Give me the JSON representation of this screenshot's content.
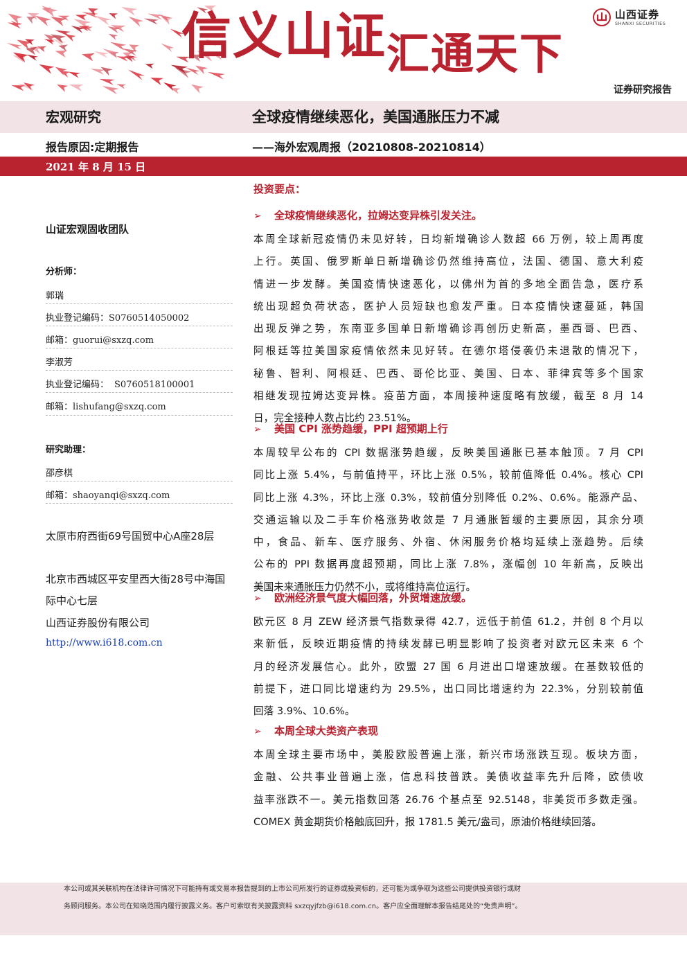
{
  "banner": {
    "slogan_part1": "信义山证",
    "slogan_part2": "汇通天下",
    "brand_name_cn": "山西证券",
    "brand_name_en": "SHANXI SECURITIES",
    "report_type": "证券研究报告",
    "accent_color": "#b8232f"
  },
  "header": {
    "section": "宏观研究",
    "title": "全球疫情继续恶化，美国通胀压力不减",
    "report_reason_label": "报告原因:定期报告",
    "subtitle": "——海外宏观周报（20210808-20210814）",
    "date": "2021 年 8 月 15 日"
  },
  "sidebar": {
    "team": "山证宏观固收团队",
    "analyst_label": "分析师：",
    "analysts": [
      {
        "name": "郭瑞",
        "reg_label": "执业登记编码：",
        "reg_no": "S0760514050002",
        "email_label": "邮箱：",
        "email": "guorui@sxzq.com"
      },
      {
        "name": "李淑芳",
        "reg_label": "执业登记编码：",
        "reg_no": "S0760518100001",
        "email_label": "邮箱：",
        "email": "lishufang@sxzq.com"
      }
    ],
    "assistant_label": "研究助理：",
    "assistant": {
      "name": "邵彦棋",
      "email_label": "邮箱：",
      "email": "shaoyanqi@sxzq.com"
    },
    "address_1": "太原市府西街69号国贸中心A座28层",
    "address_2": "北京市西城区平安里西大街28号中海国际中心七层",
    "company": "山西证券股份有限公司",
    "website": "http://www.i618.com.cn"
  },
  "main": {
    "key_points_title": "投资要点：",
    "sections": [
      {
        "heading": "全球疫情继续恶化，拉姆达变异株引发关注。",
        "lines": [
          "本周全球新冠疫情仍未见好转，日均新增确诊人数超 66 万例，较上周再度",
          "上行。英国、俄罗斯单日新增确诊仍然维持高位，法国、德国、意大利疫",
          "情进一步发酵。美国疫情快速恶化，以佛州为首的多地全面告急，医疗系",
          "统出现超负荷状态，医护人员短缺也愈发严重。日本疫情快速蔓延，韩国",
          "出现反弹之势，东南亚多国单日新增确诊再创历史新高，墨西哥、巴西、",
          "阿根廷等拉美国家疫情依然未见好转。在德尔塔侵袭仍未退散的情况下，",
          "秘鲁、智利、阿根廷、巴西、哥伦比亚、美国、日本、菲律宾等多个国家",
          "相继发现拉姆达变异株。疫苗方面，本周接种速度略有放缓，截至 8 月 14",
          "日，完全接种人数占比约 23.51%。"
        ]
      },
      {
        "heading": "美国 CPI 涨势趋缓，PPI 超预期上行",
        "lines": [
          "本周较早公布的 CPI 数据涨势趋缓，反映美国通胀已基本触顶。7 月 CPI",
          "同比上涨 5.4%，与前值持平，环比上涨 0.5%，较前值降低 0.4%。核心 CPI",
          "同比上涨 4.3%，环比上涨 0.3%，较前值分别降低 0.2%、0.6%。能源产品、",
          "交通运输以及二手车价格涨势收敛是 7 月通胀暂缓的主要原因，其余分项",
          "中，食品、新车、医疗服务、外宿、休闲服务价格均延续上涨趋势。后续",
          "公布的 PPI 数据再度超预期，同比上涨 7.8%，涨幅创 10 年新高，反映出",
          "美国未来通胀压力仍然不小，或将维持高位运行。"
        ]
      },
      {
        "heading": "欧洲经济景气度大幅回落，外贸增速放缓。",
        "lines": [
          "欧元区 8 月 ZEW 经济景气指数录得 42.7，远低于前值 61.2，并创 8 个月以",
          "来新低，反映近期疫情的持续发酵已明显影响了投资者对欧元区未来 6 个",
          "月的经济发展信心。此外，欧盟 27 国 6 月进出口增速放缓。在基数较低的",
          "前提下，进口同比增速约为 29.5%，出口同比增速约为 22.3%，分别较前值",
          "回落 3.9%、10.6%。"
        ]
      },
      {
        "heading": "本周全球大类资产表现",
        "lines": [
          "本周全球主要市场中，美股欧股普遍上涨，新兴市场涨跌互现。板块方面，",
          "金融、公共事业普遍上涨，信息科技普跌。美债收益率先升后降，欧债收",
          "益率涨跌不一。美元指数回落 26.76 个基点至 92.5148，非美货币多数走强。",
          "COMEX 黄金期货价格触底回升，报 1781.5 美元/盎司，原油价格继续回落。"
        ]
      }
    ]
  },
  "footer": {
    "line1": "本公司或其关联机构在法律许可情况下可能持有或交易本报告提到的上市公司所发行的证券或投资标的，还可能为或争取为这些公司提供投资银行或财",
    "line2": "务顾问服务。本公司在知晓范围内履行披露义务。客户可索取有关披露资料 sxzqyjfzb@i618.com.cn。客户应全面理解本报告结尾处的“免责声明”。"
  }
}
